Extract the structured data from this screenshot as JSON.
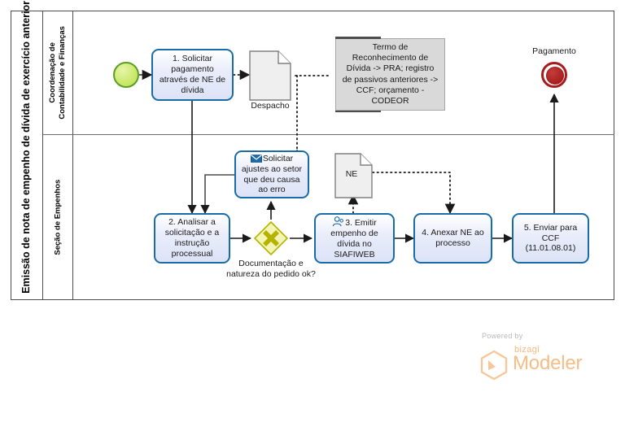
{
  "pool": {
    "title": "Emissão de nota de empenho de dívida de exercício anterior",
    "lanes": [
      {
        "id": "lane-contabilidade",
        "label": "Coordenação de Contabilidade e Finanças"
      },
      {
        "id": "lane-empenhos",
        "label": "Seção de Empenhos"
      }
    ]
  },
  "events": {
    "start": {
      "name": "start-event",
      "label": ""
    },
    "end": {
      "name": "end-event-pagamento",
      "label": "Pagamento"
    }
  },
  "tasks": [
    {
      "id": "task-1",
      "label": "1. Solicitar pagamento através de NE de dívida",
      "icon": "none"
    },
    {
      "id": "task-solicitar-ajustes",
      "label": "Solicitar ajustes ao setor que deu causa ao erro",
      "icon": "envelope-icon"
    },
    {
      "id": "task-2",
      "label": "2. Analisar a solicitação e a instrução processual",
      "icon": "none"
    },
    {
      "id": "task-3",
      "label": "3. Emitir empenho de dívida no SIAFIWEB",
      "icon": "user-icon"
    },
    {
      "id": "task-4",
      "label": "4. Anexar NE ao processo",
      "icon": "none"
    },
    {
      "id": "task-5",
      "label": "5. Enviar para CCF (11.01.08.01)",
      "icon": "none"
    }
  ],
  "documents": [
    {
      "id": "doc-despacho",
      "label": "Despacho"
    },
    {
      "id": "doc-ne",
      "label": "NE"
    }
  ],
  "gateway": {
    "id": "gateway-documentacao",
    "type": "exclusive",
    "label": "Documentação e natureza do pedido ok?"
  },
  "annotation": {
    "id": "annotation-termo",
    "text": "Termo de Reconhecimento de Dívida -> PRA; registro de passivos anteriores -> CCF; orçamento - CODEOR"
  },
  "watermark": {
    "powered_by": "Powered by",
    "brand": "bizagi",
    "product": "Modeler"
  },
  "colors": {
    "task_border": "#1a6ca8",
    "task_fill": "#dde3f7",
    "start_event": "#cbe86b",
    "end_event": "#a61c1c",
    "gateway_fill": "#f2f2b0",
    "gateway_border": "#b3b300",
    "annotation_fill": "#d9d9d9",
    "watermark": "#f6bd86"
  }
}
